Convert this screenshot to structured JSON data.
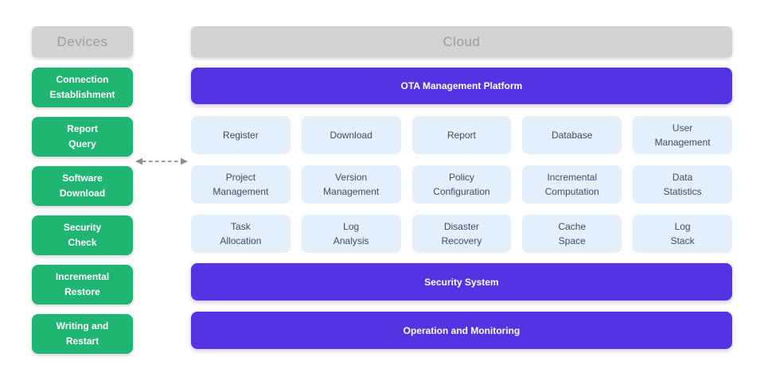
{
  "devices": {
    "header": "Devices",
    "items": [
      {
        "label": "Connection\nEstablishment"
      },
      {
        "label": "Report\nQuery"
      },
      {
        "label": "Software\nDownload"
      },
      {
        "label": "Security\nCheck"
      },
      {
        "label": "Incremental\nRestore"
      },
      {
        "label": "Writing and\nRestart"
      }
    ]
  },
  "cloud": {
    "header": "Cloud",
    "platform_bar": "OTA Management Platform",
    "grid": [
      [
        "Register",
        "Download",
        "Report",
        "Database",
        "User\nManagement"
      ],
      [
        "Project\nManagement",
        "Version\nManagement",
        "Policy\nConfiguration",
        "Incremental\nComputation",
        "Data\nStatistics"
      ],
      [
        "Task\nAllocation",
        "Log\nAnalysis",
        "Disaster\nRecovery",
        "Cache\nSpace",
        "Log\nStack"
      ]
    ],
    "security_bar": "Security System",
    "operation_bar": "Operation and Monitoring"
  },
  "arrow": {
    "name": "bidirectional-dashed-arrow",
    "color": "#8e8e8e"
  },
  "colors": {
    "device_box_green": "#21b573",
    "cloud_bar_purple": "#5532e2",
    "grid_cell_blue": "#e5effb",
    "grid_text": "#3e4a63",
    "header_bg_gray": "#d3d3d3",
    "header_text_gray": "#9c9c9c",
    "background": "#ffffff"
  }
}
